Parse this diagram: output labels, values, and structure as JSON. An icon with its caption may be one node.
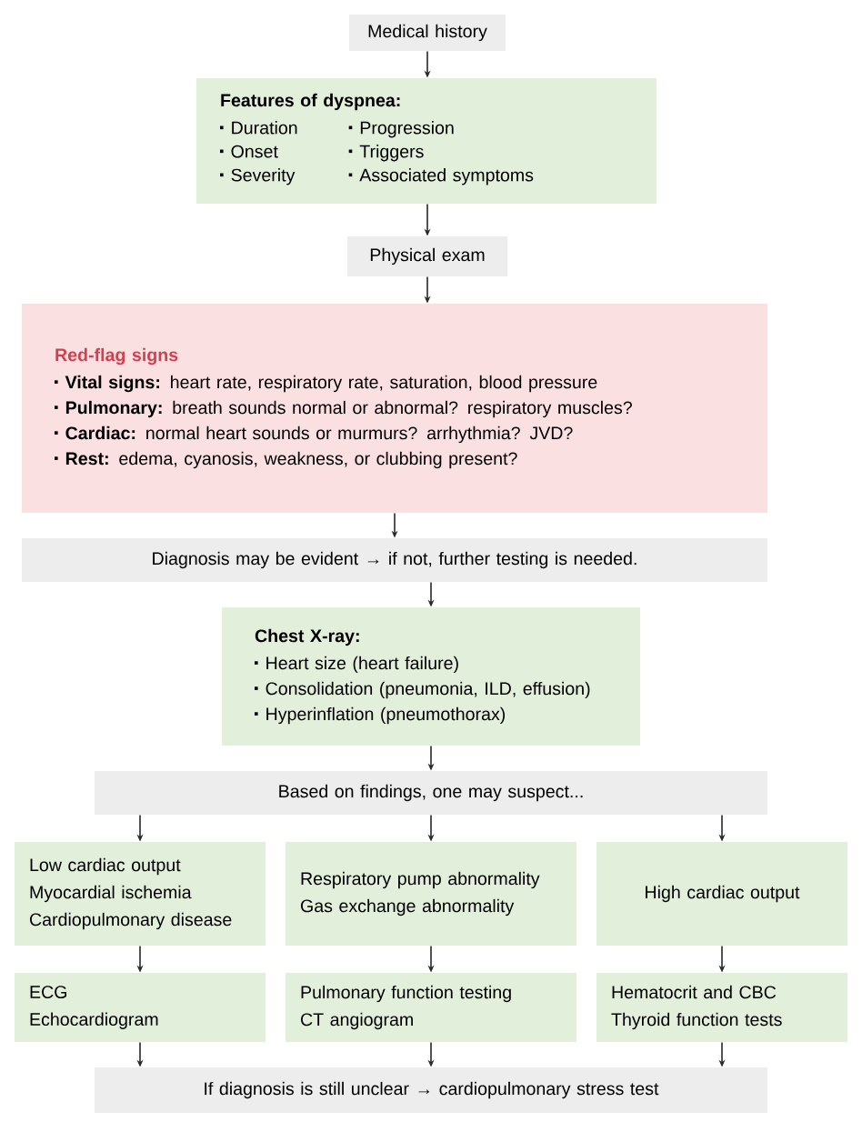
{
  "diagram": {
    "nodes": [
      {
        "text": [
          "Medical history"
        ]
      },
      {
        "text": [
          "Features of dyspnea:",
          "Duration",
          "Onset",
          "Severity",
          "Progression",
          "Triggers",
          "Associated symptoms"
        ]
      },
      {
        "text": [
          "Physical exam"
        ]
      },
      {
        "text": [
          "Red-flag signs",
          "**Vital signs:** heart rate, respiratory rate, saturation, blood pressure",
          "**Pulmonary:** breath sounds normal or abnormal? respiratory muscles?",
          "**Cardiac:** normal heart sounds or murmurs? arrhythmia? JVD?",
          "**Rest:** edema, cyanosis, weakness, or clubbing present?"
        ]
      },
      {
        "text": [
          "Diagnosis may be evident → if not, further testing is needed."
        ]
      },
      {
        "text": [
          "Chest X-ray:",
          "Heart size (heart failure)",
          "Consolidation (pneumonia, ILD, effusion)",
          "Hyperinflation (pneumothorax)"
        ]
      },
      {
        "text": [
          "Based on findings, one may suspect..."
        ]
      },
      {
        "text": [
          "Low cardiac output",
          "Myocardial ischemia",
          "Cardiopulmonary disease"
        ]
      },
      {
        "text": [
          "Respiratory pump abnormality",
          "Gas exchange abnormality"
        ]
      },
      {
        "text": [
          "High cardiac output"
        ]
      },
      {
        "text": [
          "ECG",
          "Echocardiogram"
        ]
      },
      {
        "text": [
          "Pulmonary function testing",
          "CT angiogram"
        ]
      },
      {
        "text": [
          "Hematocrit and CBC",
          "Thyroid function tests"
        ]
      },
      {
        "text": [
          "If diagnosis is still unclear → cardiopulmonary stress test"
        ]
      }
    ],
    "edges": [
      {
        "from": 0,
        "to": 1,
        "arrow": "to"
      },
      {
        "from": 1,
        "to": 2,
        "arrow": "to"
      },
      {
        "from": 2,
        "to": 3,
        "arrow": "to"
      },
      {
        "from": 3,
        "to": 4,
        "arrow": "to"
      },
      {
        "from": 4,
        "to": 5,
        "arrow": "to"
      },
      {
        "from": 5,
        "to": 6,
        "arrow": "to"
      },
      {
        "from": 6,
        "to": 7,
        "arrow": "to"
      },
      {
        "from": 6,
        "to": 8,
        "arrow": "to"
      },
      {
        "from": 6,
        "to": 9,
        "arrow": "to"
      },
      {
        "from": 7,
        "to": 10,
        "arrow": "to"
      },
      {
        "from": 8,
        "to": 11,
        "arrow": "to"
      },
      {
        "from": 9,
        "to": 12,
        "arrow": "to"
      },
      {
        "from": 10,
        "to": 13,
        "arrow": "to"
      },
      {
        "from": 11,
        "to": 13,
        "arrow": "to"
      },
      {
        "from": 12,
        "to": 13,
        "arrow": "to"
      }
    ]
  }
}
